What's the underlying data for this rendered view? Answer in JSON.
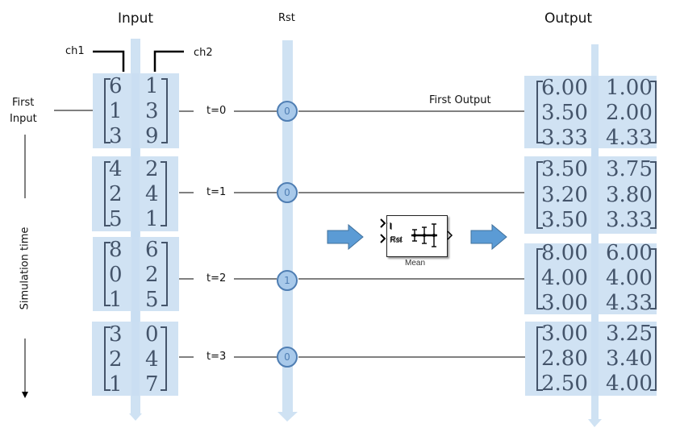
{
  "headers": {
    "input": "Input",
    "rst": "Rst",
    "output": "Output"
  },
  "channels": {
    "ch1": "ch1",
    "ch2": "ch2"
  },
  "side_labels": {
    "first_input_line1": "First",
    "first_input_line2": "Input",
    "simulation_time": "Simulation time",
    "first_output": "First Output"
  },
  "steps": [
    {
      "t_label": "t=0",
      "rst": "0",
      "input": [
        [
          "6",
          "1"
        ],
        [
          "1",
          "3"
        ],
        [
          "3",
          "9"
        ]
      ],
      "output": [
        [
          "6.00",
          "1.00"
        ],
        [
          "3.50",
          "2.00"
        ],
        [
          "3.33",
          "4.33"
        ]
      ]
    },
    {
      "t_label": "t=1",
      "rst": "0",
      "input": [
        [
          "4",
          "2"
        ],
        [
          "2",
          "4"
        ],
        [
          "5",
          "1"
        ]
      ],
      "output": [
        [
          "3.50",
          "3.75"
        ],
        [
          "3.20",
          "3.80"
        ],
        [
          "3.50",
          "3.33"
        ]
      ]
    },
    {
      "t_label": "t=2",
      "rst": "1",
      "input": [
        [
          "8",
          "6"
        ],
        [
          "0",
          "2"
        ],
        [
          "1",
          "5"
        ]
      ],
      "output": [
        [
          "8.00",
          "6.00"
        ],
        [
          "4.00",
          "4.00"
        ],
        [
          "3.00",
          "4.33"
        ]
      ]
    },
    {
      "t_label": "t=3",
      "rst": "0",
      "input": [
        [
          "3",
          "0"
        ],
        [
          "2",
          "4"
        ],
        [
          "1",
          "7"
        ]
      ],
      "output": [
        [
          "3.00",
          "3.25"
        ],
        [
          "2.80",
          "3.40"
        ],
        [
          "2.50",
          "4.00"
        ]
      ]
    }
  ],
  "block": {
    "name": "Mean",
    "port_in": "I",
    "port_rst": "Rst",
    "icon": "mean-block-icon"
  },
  "colors": {
    "band": "#cfe2f3",
    "matrix_text": "#44546a",
    "arrow_fill": "#5b9bd5",
    "arrow_stroke": "#41719c",
    "circle_fill": "#a8c9ea",
    "circle_stroke": "#4f7eb3"
  }
}
